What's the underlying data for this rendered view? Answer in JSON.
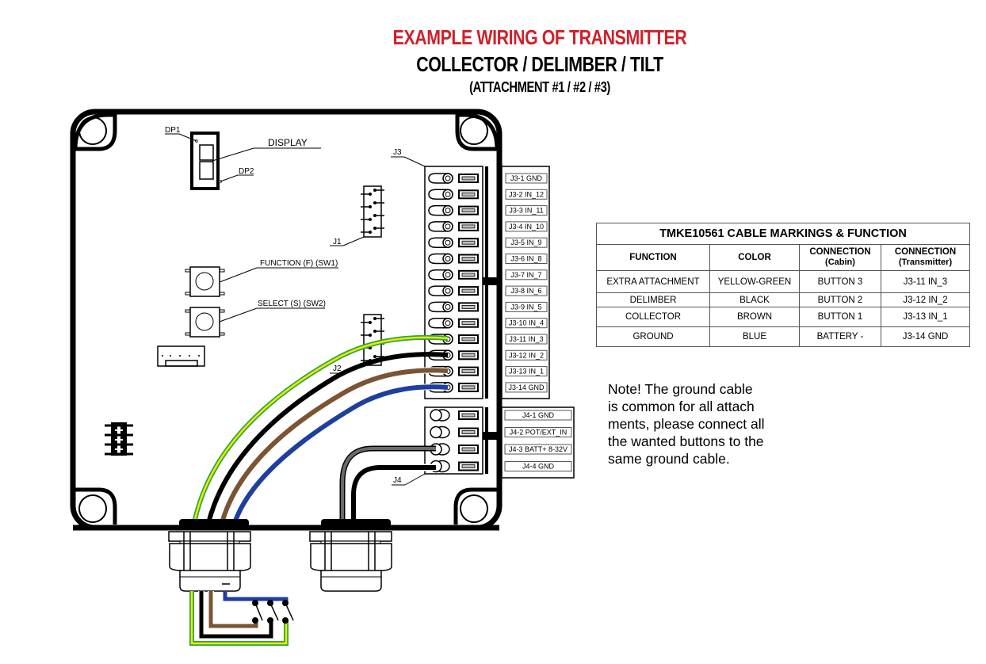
{
  "header": {
    "title": "EXAMPLE WIRING OF TRANSMITTER",
    "subtitle": "COLLECTOR / DELIMBER / TILT",
    "attachments": "(ATTACHMENT #1 / #2 / #3)",
    "title_color": "#d0202a"
  },
  "board": {
    "display_label": "DISPLAY",
    "dp1_label": "DP1",
    "dp2_label": "DP2",
    "j1_label": "J1",
    "j2_label": "J2",
    "j3_label": "J3",
    "j4_label": "J4",
    "sw1_label": "FUNCTION (F) (SW1)",
    "sw2_label": "SELECT (S) (SW2)",
    "cable_gland_minus": "−"
  },
  "j3_terminals": [
    "J3-1  GND",
    "J3-2  IN_12",
    "J3-3  IN_11",
    "J3-4  IN_10",
    "J3-5  IN_9",
    "J3-6  IN_8",
    "J3-7  IN_7",
    "J3-8  IN_6",
    "J3-9  IN_5",
    "J3-10  IN_4",
    "J3-11  IN_3",
    "J3-12  IN_2",
    "J3-13  IN_1",
    "J3-14  GND"
  ],
  "j4_terminals": [
    "J4-1  GND",
    "J4-2 POT/EXT_IN",
    "J4-3  BATT+ 8-32V",
    "J4-4 GND"
  ],
  "wire_colors": {
    "yellow_green_yellow": "#f2e600",
    "yellow_green_green": "#2aa845",
    "black": "#000000",
    "brown": "#7b5434",
    "blue": "#1e3fa0",
    "gray": "#5a5a5a"
  },
  "cable_table": {
    "caption": "TMKE10561 CABLE MARKINGS & FUNCTION",
    "headers": [
      {
        "line1": "FUNCTION",
        "line2": ""
      },
      {
        "line1": "COLOR",
        "line2": ""
      },
      {
        "line1": "CONNECTION",
        "line2": "(Cabin)"
      },
      {
        "line1": "CONNECTION",
        "line2": "(Transmitter)"
      }
    ],
    "rows": [
      [
        "EXTRA ATTACHMENT",
        "YELLOW-GREEN",
        "BUTTON 3",
        "J3-11 IN_3"
      ],
      [
        "DELIMBER",
        "BLACK",
        "BUTTON 2",
        "J3-12 IN_2"
      ],
      [
        "COLLECTOR",
        "BROWN",
        "BUTTON 1",
        "J3-13 IN_1"
      ],
      [
        "GROUND",
        "BLUE",
        "BATTERY -",
        "J3-14 GND"
      ]
    ]
  },
  "note": {
    "lines": [
      "Note! The ground cable",
      "is common for all attach",
      "ments, please connect all",
      "the wanted buttons to the",
      "same ground cable."
    ]
  }
}
